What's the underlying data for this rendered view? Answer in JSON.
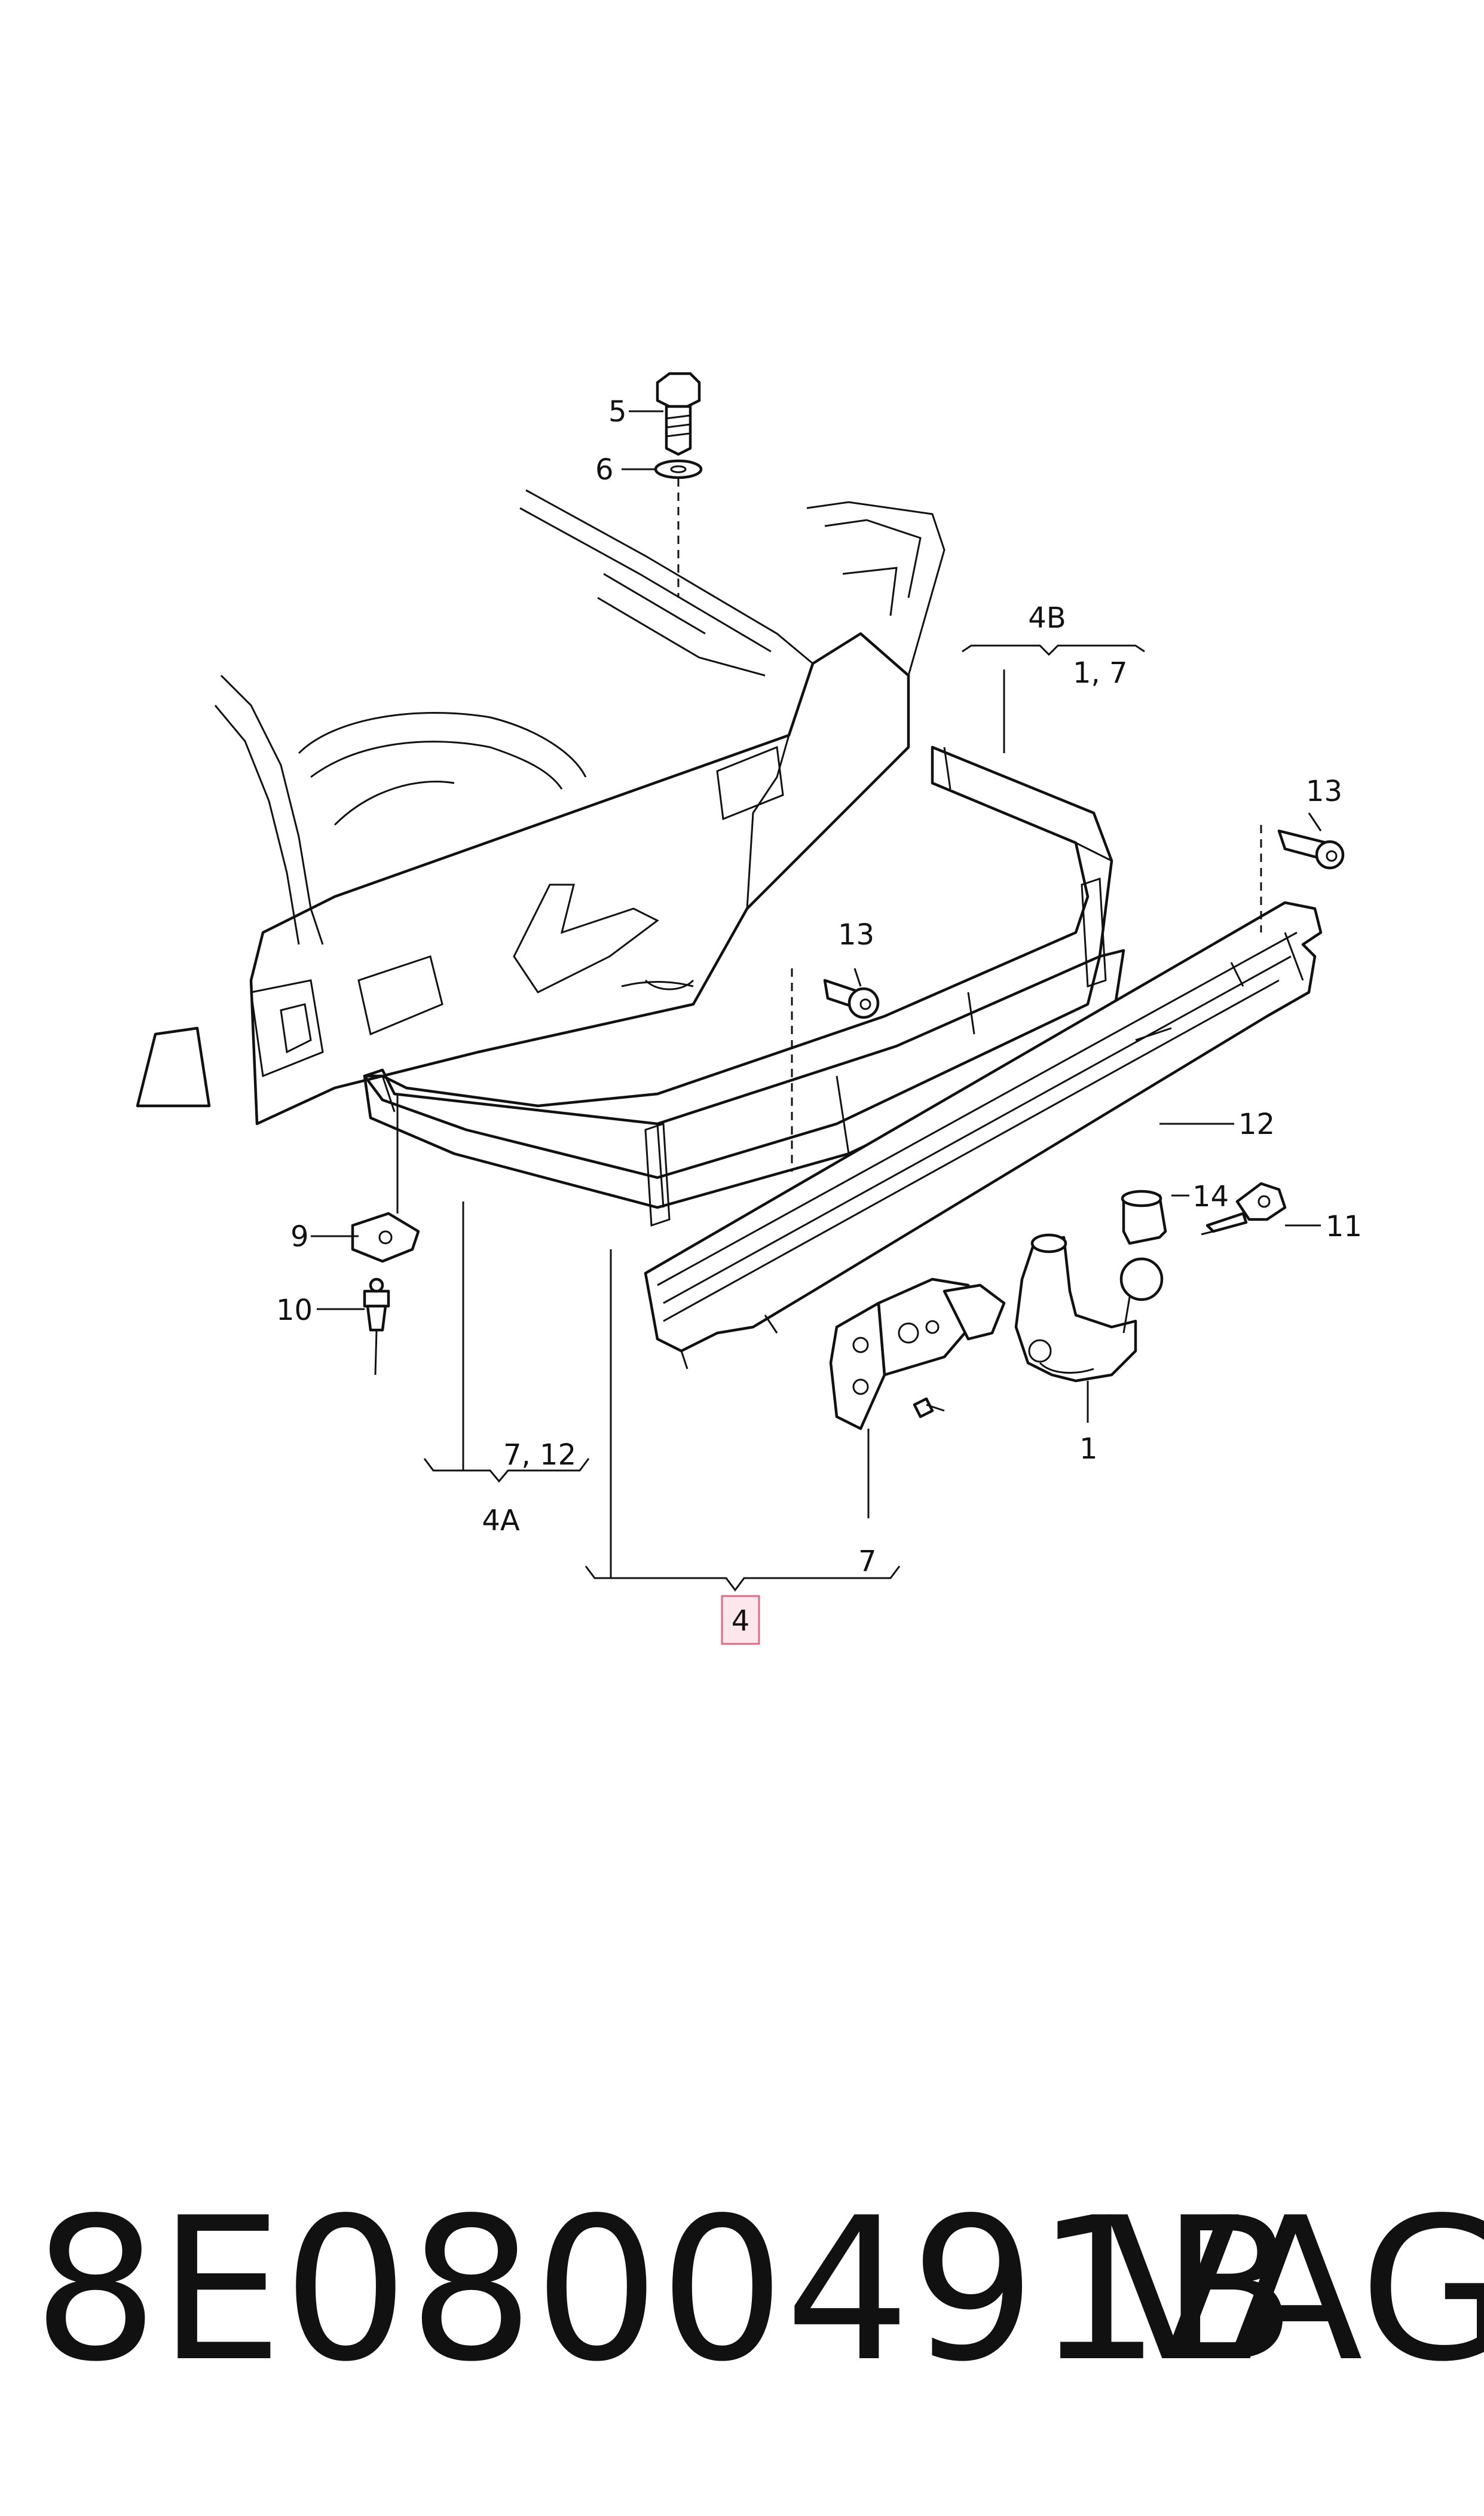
{
  "callouts": {
    "c1": "1",
    "c4": "4",
    "c5": "5",
    "c6": "6",
    "c7": "7",
    "c9": "9",
    "c10": "10",
    "c11": "11",
    "c12": "12",
    "c13a": "13",
    "c13b": "13",
    "c14": "14"
  },
  "groups": {
    "g4a_name": "4A",
    "g4a_parts": "7, 12",
    "g4b_name": "4B",
    "g4b_parts": "1, 7"
  },
  "footer": {
    "part_number": "8E0800491B",
    "brand": "VAG"
  },
  "colors": {
    "line": "#111111",
    "highlight_fill": "#fde7ec",
    "highlight_stroke": "#e06a86"
  }
}
